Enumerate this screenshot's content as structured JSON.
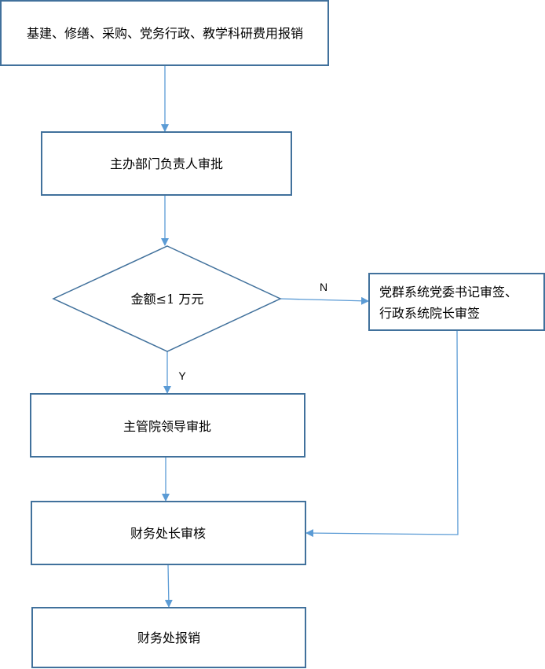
{
  "diagram": {
    "nodes": {
      "start": "基建、修缮、采购、党务行政、教学科研费用报销",
      "dept_head": "主办部门负责人审批",
      "decision": "金额≤1 万元",
      "secretary_line1": "党群系统党委书记审签、",
      "secretary_line2": "行政系统院长审签",
      "leader": "主管院领导审批",
      "finance_head": "财务处长审核",
      "finance": "财务处报销"
    },
    "edge_labels": {
      "no": "N",
      "yes": "Y"
    },
    "colors": {
      "box_border": "#41719C",
      "connector": "#5B9BD5"
    }
  }
}
